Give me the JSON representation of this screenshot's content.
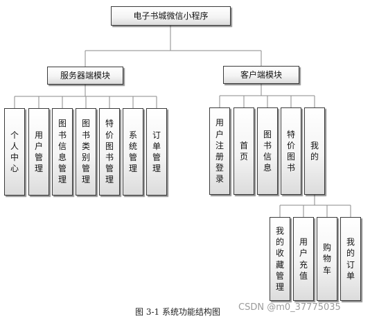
{
  "root": "电子书城微信小程序",
  "server": {
    "title": "服务器端模块",
    "items": [
      "个人中心",
      "用户管理",
      "图书信息管理",
      "图书类别管理",
      "特价图书管理",
      "系统管理",
      "订单管理"
    ]
  },
  "client": {
    "title": "客户端模块",
    "items": [
      "用户注册登录",
      "首页",
      "图书信息",
      "特价图书",
      "我的"
    ]
  },
  "mine": {
    "items": [
      "我的收藏管理",
      "用户充值",
      "购物车",
      "我的订单"
    ]
  },
  "caption": "图 3-1  系统功能结构图",
  "watermark": "CSDN @m0_37775035"
}
